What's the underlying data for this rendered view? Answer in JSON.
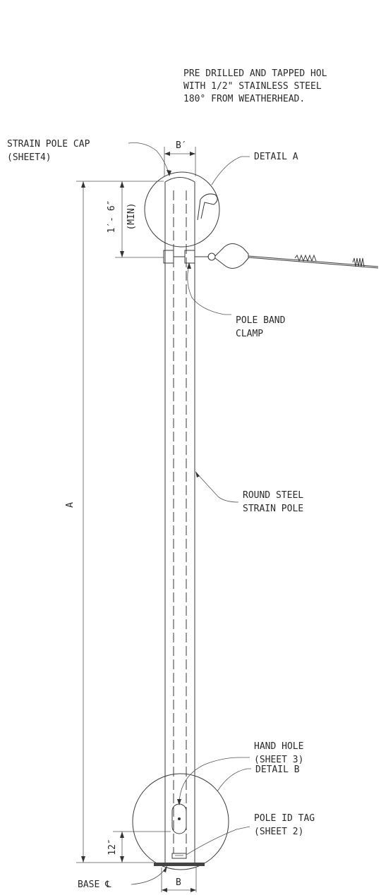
{
  "notes": {
    "top_line1": "PRE DRILLED AND TAPPED HOL",
    "top_line2": "WITH 1/2\" STAINLESS STEEL",
    "top_line3": "180° FROM WEATHERHEAD."
  },
  "labels": {
    "strain_pole_cap_1": "STRAIN POLE CAP",
    "strain_pole_cap_2": "(SHEET4)",
    "detail_a": "DETAIL A",
    "detail_b": "DETAIL B",
    "pole_band_1": "POLE BAND",
    "pole_band_2": "CLAMP",
    "round_steel_1": "ROUND STEEL",
    "round_steel_2": "STRAIN POLE",
    "hand_hole_1": "HAND HOLE",
    "hand_hole_2": "(SHEET 3)",
    "pole_id_1": "POLE ID TAG",
    "pole_id_2": "(SHEET 2)",
    "base": "BASE ℄"
  },
  "dimensions": {
    "b_prime": "B′",
    "b": "B",
    "a": "A",
    "top_len": "1′- 6″",
    "top_min": "(MIN)",
    "bottom_len": "12″"
  }
}
